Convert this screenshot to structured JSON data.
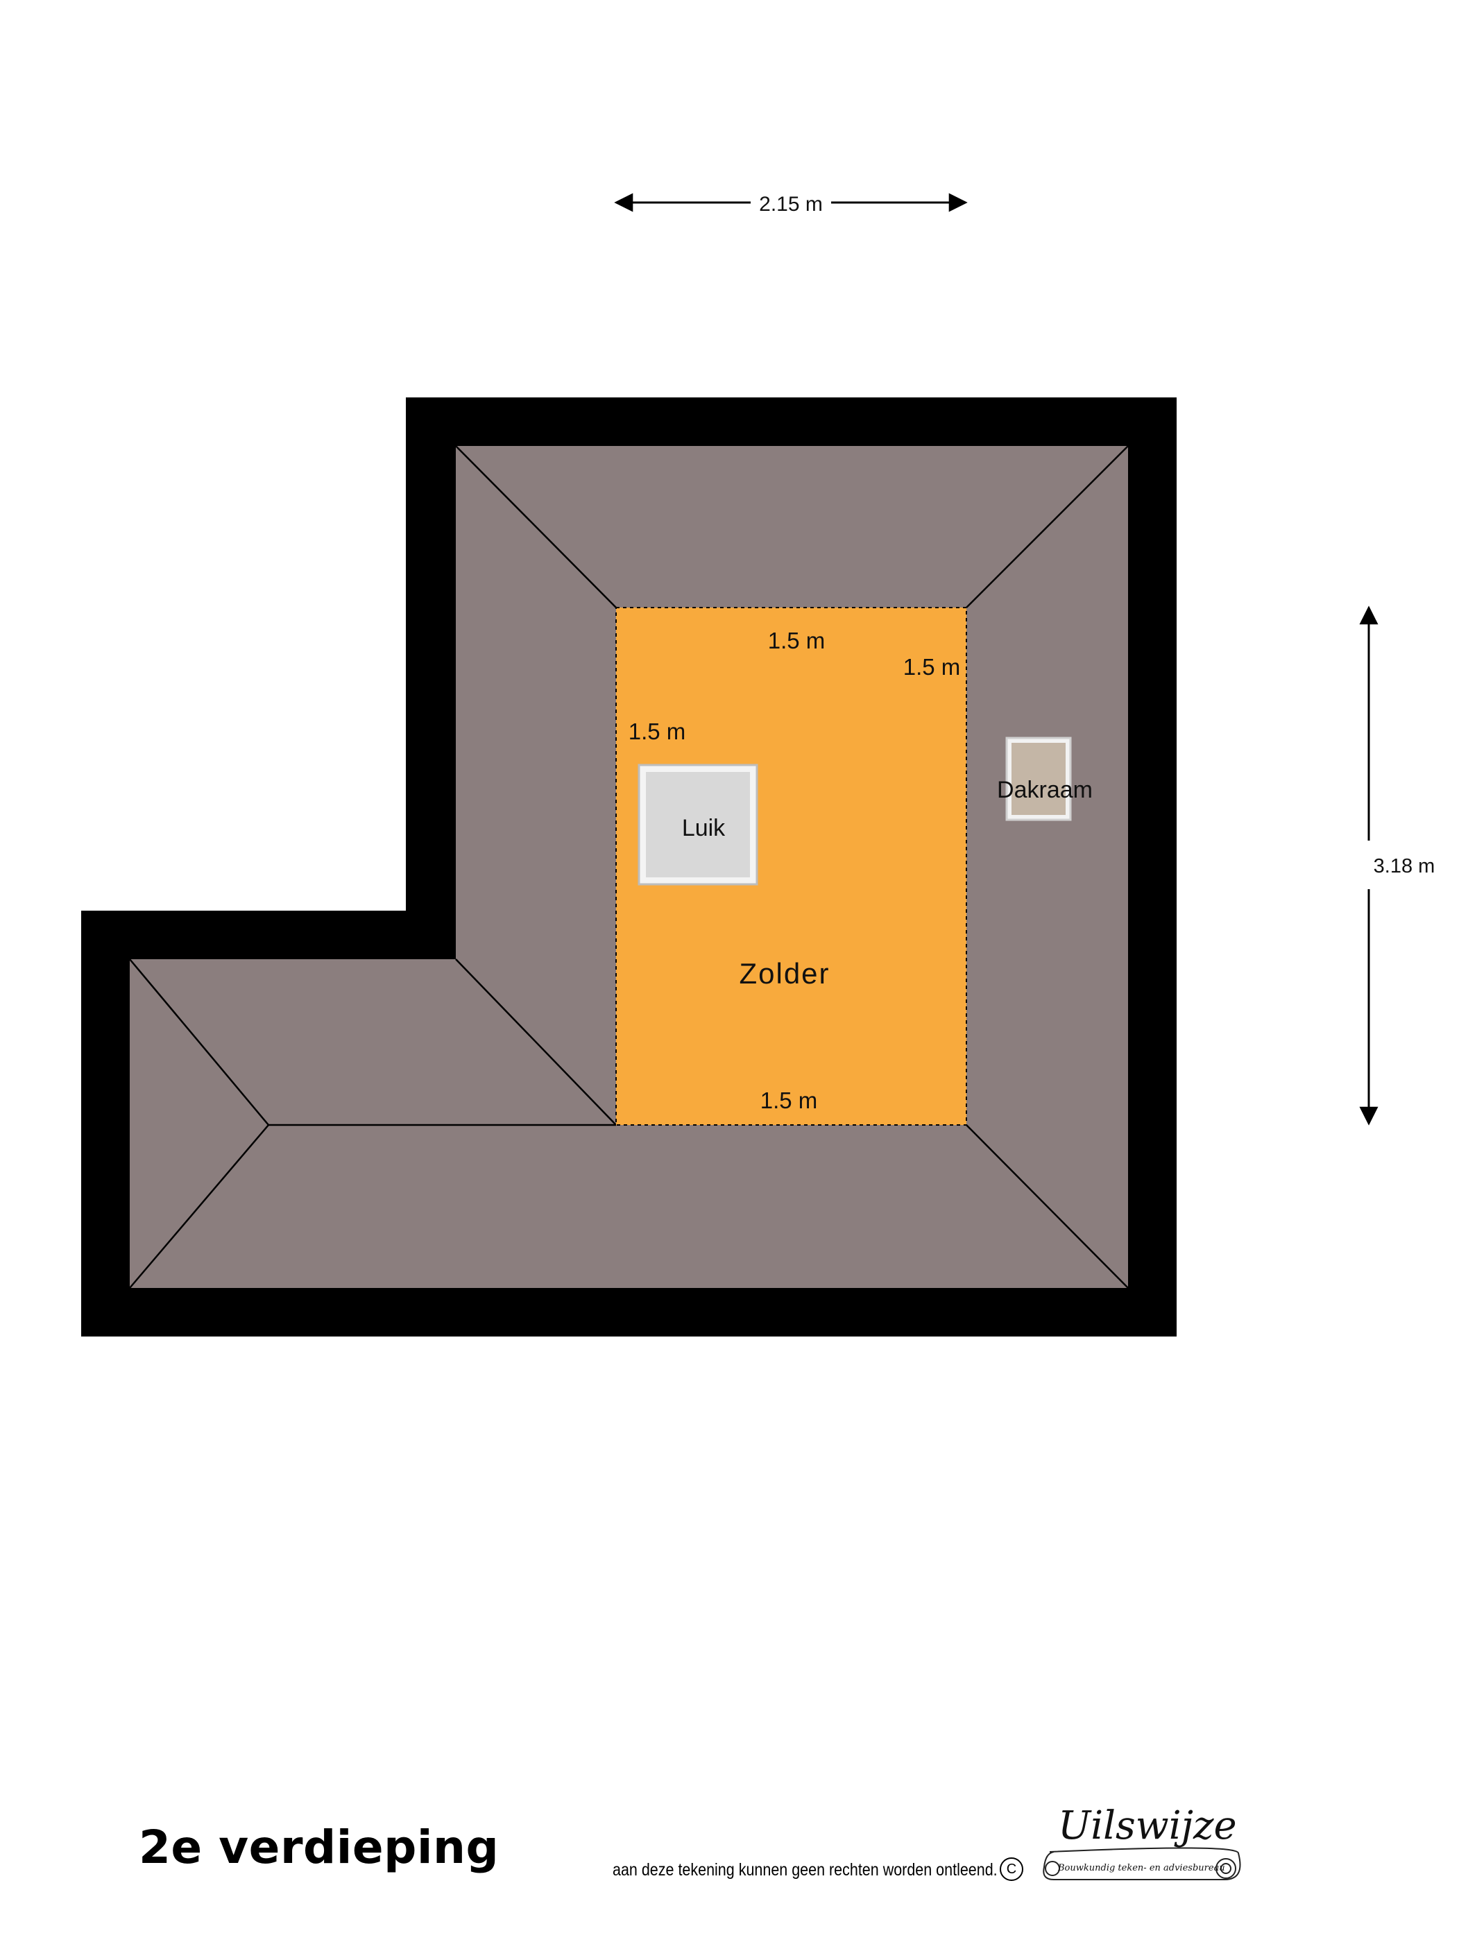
{
  "dimensions": {
    "top_width": "2.15 m",
    "right_height": "3.18 m",
    "zolder_top": "1.5 m",
    "zolder_top_right": "1.5 m",
    "zolder_left": "1.5 m",
    "zolder_bottom": "1.5 m"
  },
  "rooms": {
    "zolder": "Zolder",
    "luik": "Luik",
    "dakraam": "Dakraam"
  },
  "colors": {
    "wall": "#000000",
    "roof": "#8b7e7e",
    "attic_floor": "#f8aa3d",
    "hatch": "#dcdcdc",
    "skylight": "#c4b6a6"
  },
  "footer": {
    "floor_title": "2e verdieping",
    "disclaimer": "aan deze tekening kunnen geen rechten worden ontleend.",
    "copyright_symbol": "C"
  },
  "logo": {
    "name": "Uilswijze",
    "tagline": "Bouwkundig teken- en adviesbureau"
  }
}
